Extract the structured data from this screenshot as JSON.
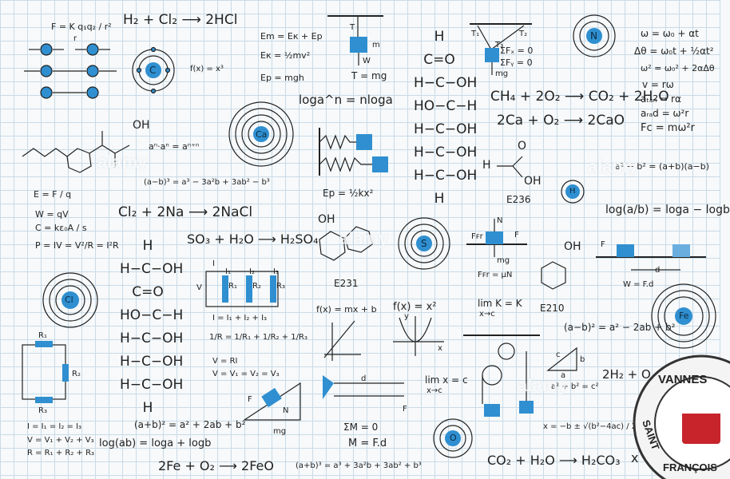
{
  "colors": {
    "accent": "#2f8fd0",
    "ink": "#222222",
    "grid": "#c9dbe8",
    "seal_red": "#c8242b"
  },
  "formulas": {
    "coulomb": "F = K q₁q₂ / r²",
    "h2cl2": "H₂ + Cl₂ ⟶ 2HCl",
    "em": "Em = Eк + Ep",
    "ek": "Eк = ½mv²",
    "ep": "Ep = mgh",
    "t_mg": "T = mg",
    "log_n": "loga^n = nloga",
    "fx_x3": "f(x) = x³",
    "power_mult": "aⁿ·aⁿ = aⁿ⁺ⁿ",
    "cube_minus": "(a−b)³ = a³ − 3a²b + 3ab² − b³",
    "ep_spring": "Ep = ½kx²",
    "ch4": "CH₄ + 2O₂ ⟶ CO₂ + 2H₂O",
    "ca_o2": "2Ca + O₂ ⟶ 2CaO",
    "sum_fx": "ΣFₓ = 0",
    "sum_fy": "ΣFᵧ = 0",
    "omega": "ω = ω₀ + αt",
    "theta": "Δθ = ω₀t + ½αt²",
    "omega2": "ω² = ω₀² + 2αΔθ",
    "v_rw": "v = rω",
    "a_tan": "aₜₐₙ = rα",
    "a_rad": "aᵣₐd = ω²r",
    "fc": "Fc = mω²r",
    "diff_sq": "a² − b² = (a+b)(a−b)",
    "log_div": "log(a/b) = loga − logb",
    "e_field": "E = F / q",
    "w_qv": "W = qV",
    "cap": "C = kε₀A / s",
    "power": "P = IV = V²/R = I²R",
    "cl2na": "Cl₂ + 2Na ⟶ 2NaCl",
    "so3": "SO₃ + H₂O ⟶ H₂SO₄",
    "parallel_i": "I = I₁ + I₂ + I₃",
    "parallel_r": "1/R = 1/R₁ + 1/R₂ + 1/R₃",
    "v_ri": "V = RI",
    "parallel_v": "V = V₁ = V₂ = V₃",
    "friction": "Fꜰr = μN",
    "work": "W = F.d",
    "linear": "f(x) = mx + b",
    "parab": "f(x) = x²",
    "lim_k": "lim K = K",
    "lim_k_sub": "x→c",
    "diff_sq2": "(a−b)² = a² − 2ab + b²",
    "trig": "a² + b² = c²",
    "sq_plus": "(a+b)² = a² + 2ab + b²",
    "log_mult": "log(ab) = loga + logb",
    "sum_m": "ΣM = 0",
    "m_fd": "M = F.d",
    "lim_x": "lim x = c",
    "lim_x_sub": "x→c",
    "fe": "2Fe + O₂ ⟶ 2FeO",
    "cube_plus": "(a+b)³ = a³ + 3a²b + 3ab² + b³",
    "co2": "CO₂ + H₂O ⟶ H₂CO₃",
    "quadratic": "x = −b ± √(b²−4ac) / 2a",
    "h2": "2H₂ + O",
    "series_i": "I = I₁ = I₂ = I₃",
    "series_v": "V = V₁ + V₂ + V₃",
    "series_r": "R = R₁ + R₂ + R₃",
    "x_trunc": "x"
  },
  "chem": {
    "ethanol_cols": [
      "H",
      "C=O",
      "H−C−OH",
      "HO−C−H",
      "H−C−OH",
      "H−C−OH",
      "H−C−OH",
      "H"
    ],
    "left_chain": [
      "H",
      "H−C−OH",
      "C=O",
      "HO−C−H",
      "H−C−OH",
      "H−C−OH",
      "H−C−OH",
      "H"
    ],
    "e236": "E236",
    "e231": "E231",
    "e210": "E210",
    "oh": "OH",
    "h_acid": "H",
    "o_acid": "O"
  },
  "atoms": {
    "carbon": "C",
    "nitrogen": "N",
    "calcium": "Ca",
    "hydrogen": "H",
    "sulfur": "S",
    "chlorine": "Cl",
    "iron": "Fe",
    "oxygen": "O"
  },
  "labels": {
    "m": "m",
    "w": "W",
    "mg": "mg",
    "t": "T",
    "t1": "T₁",
    "t2": "T₂",
    "t3": "T₃",
    "fn": "N",
    "fr": "Fꜰr",
    "f": "F",
    "d": "d",
    "r": "r",
    "i": "I",
    "v": "V",
    "r1": "R₁",
    "r2": "R₂",
    "r3": "R₃",
    "i1": "I₁",
    "i2": "I₂",
    "i3": "I₃",
    "a": "a",
    "b": "b",
    "c": "c",
    "y": "y",
    "x": "x"
  },
  "watermark": {
    "text": "alamy"
  },
  "seal": {
    "top": "VANNES",
    "left": "SAINT",
    "bottom": "FRANÇOIS"
  }
}
